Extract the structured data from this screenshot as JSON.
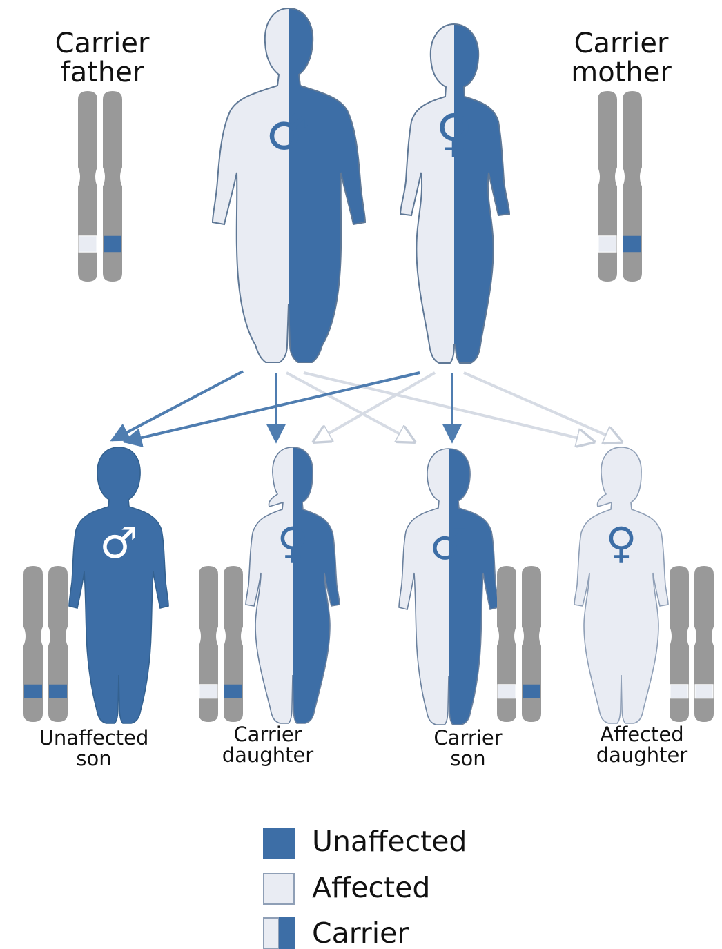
{
  "colors": {
    "blue": "#3d6ea6",
    "light": "#e9ecf3",
    "outline": "#8f9fb6",
    "chromosome": "#999999",
    "arrow_blue": "#4f7db0",
    "arrow_light": "#d6dbe4",
    "text": "#111111"
  },
  "symbols": {
    "male": "♂",
    "female": "♀"
  },
  "parents": [
    {
      "id": "father",
      "line1": "Carrier",
      "line2": "father",
      "sex": "male",
      "fill": "carrier",
      "chromosomes": [
        "light",
        "blue"
      ]
    },
    {
      "id": "mother",
      "line1": "Carrier",
      "line2": "mother",
      "sex": "female",
      "fill": "carrier",
      "chromosomes": [
        "light",
        "blue"
      ]
    }
  ],
  "children": [
    {
      "id": "unaffected-son",
      "line1": "Unaffected",
      "line2": "son",
      "sex": "male",
      "fill": "blue",
      "chromosomes": [
        "blue",
        "blue"
      ]
    },
    {
      "id": "carrier-daughter",
      "line1": "Carrier",
      "line2": "daughter",
      "sex": "female",
      "fill": "carrier",
      "chromosomes": [
        "light",
        "blue"
      ]
    },
    {
      "id": "carrier-son",
      "line1": "Carrier",
      "line2": "son",
      "sex": "male",
      "fill": "carrier",
      "chromosomes": [
        "light",
        "blue"
      ]
    },
    {
      "id": "affected-daughter",
      "line1": "Affected",
      "line2": "daughter",
      "sex": "female",
      "fill": "light",
      "chromosomes": [
        "light",
        "light"
      ]
    }
  ],
  "legend": [
    {
      "id": "unaffected",
      "label": "Unaffected",
      "swatch": "blue"
    },
    {
      "id": "affected",
      "label": "Affected",
      "swatch": "light"
    },
    {
      "id": "carrier",
      "label": "Carrier",
      "swatch": "carrier"
    }
  ]
}
